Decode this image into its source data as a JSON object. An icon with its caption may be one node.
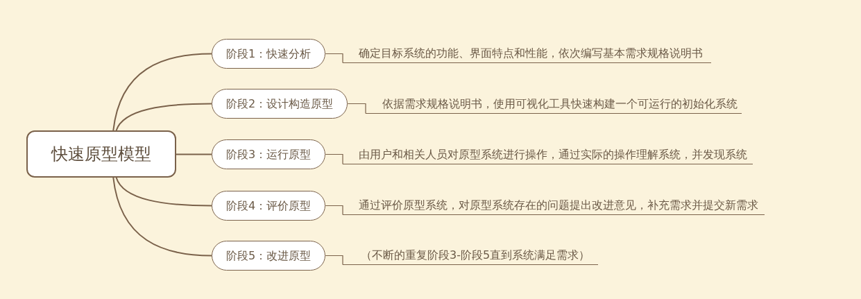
{
  "diagram": {
    "nodes": [
      {
        "text": [
          "快速原型模型"
        ]
      },
      {
        "text": [
          "阶段1：快速分析"
        ]
      },
      {
        "text": [
          "阶段2：设计构造原型"
        ]
      },
      {
        "text": [
          "阶段3：运行原型"
        ]
      },
      {
        "text": [
          "阶段4：评价原型"
        ]
      },
      {
        "text": [
          "阶段5：改进原型"
        ]
      },
      {
        "text": [
          "确定目标系统的功能、界面特点和性能，依次编写基本需求规格说明书"
        ]
      },
      {
        "text": [
          "依据需求规格说明书，使用可视化工具快速构建一个可运行的初始化系统"
        ]
      },
      {
        "text": [
          "由用户和相关人员对原型系统进行操作，通过实际的操作理解系统，并发现系统"
        ]
      },
      {
        "text": [
          "通过评价原型系统，对原型系统存在的问题提出改进意见，补充需求并提交新需求"
        ]
      },
      {
        "text": [
          "（不断的重复阶段3-阶段5直到系统满足需求）"
        ]
      }
    ],
    "edges": [
      {
        "from": 0,
        "to": 1,
        "arrow": "none"
      },
      {
        "from": 0,
        "to": 2,
        "arrow": "none"
      },
      {
        "from": 0,
        "to": 3,
        "arrow": "none"
      },
      {
        "from": 0,
        "to": 4,
        "arrow": "none"
      },
      {
        "from": 0,
        "to": 5,
        "arrow": "none"
      },
      {
        "from": 1,
        "to": 6,
        "arrow": "none"
      },
      {
        "from": 2,
        "to": 7,
        "arrow": "none"
      },
      {
        "from": 3,
        "to": 8,
        "arrow": "none"
      },
      {
        "from": 4,
        "to": 9,
        "arrow": "none"
      },
      {
        "from": 5,
        "to": 10,
        "arrow": "none"
      }
    ]
  }
}
